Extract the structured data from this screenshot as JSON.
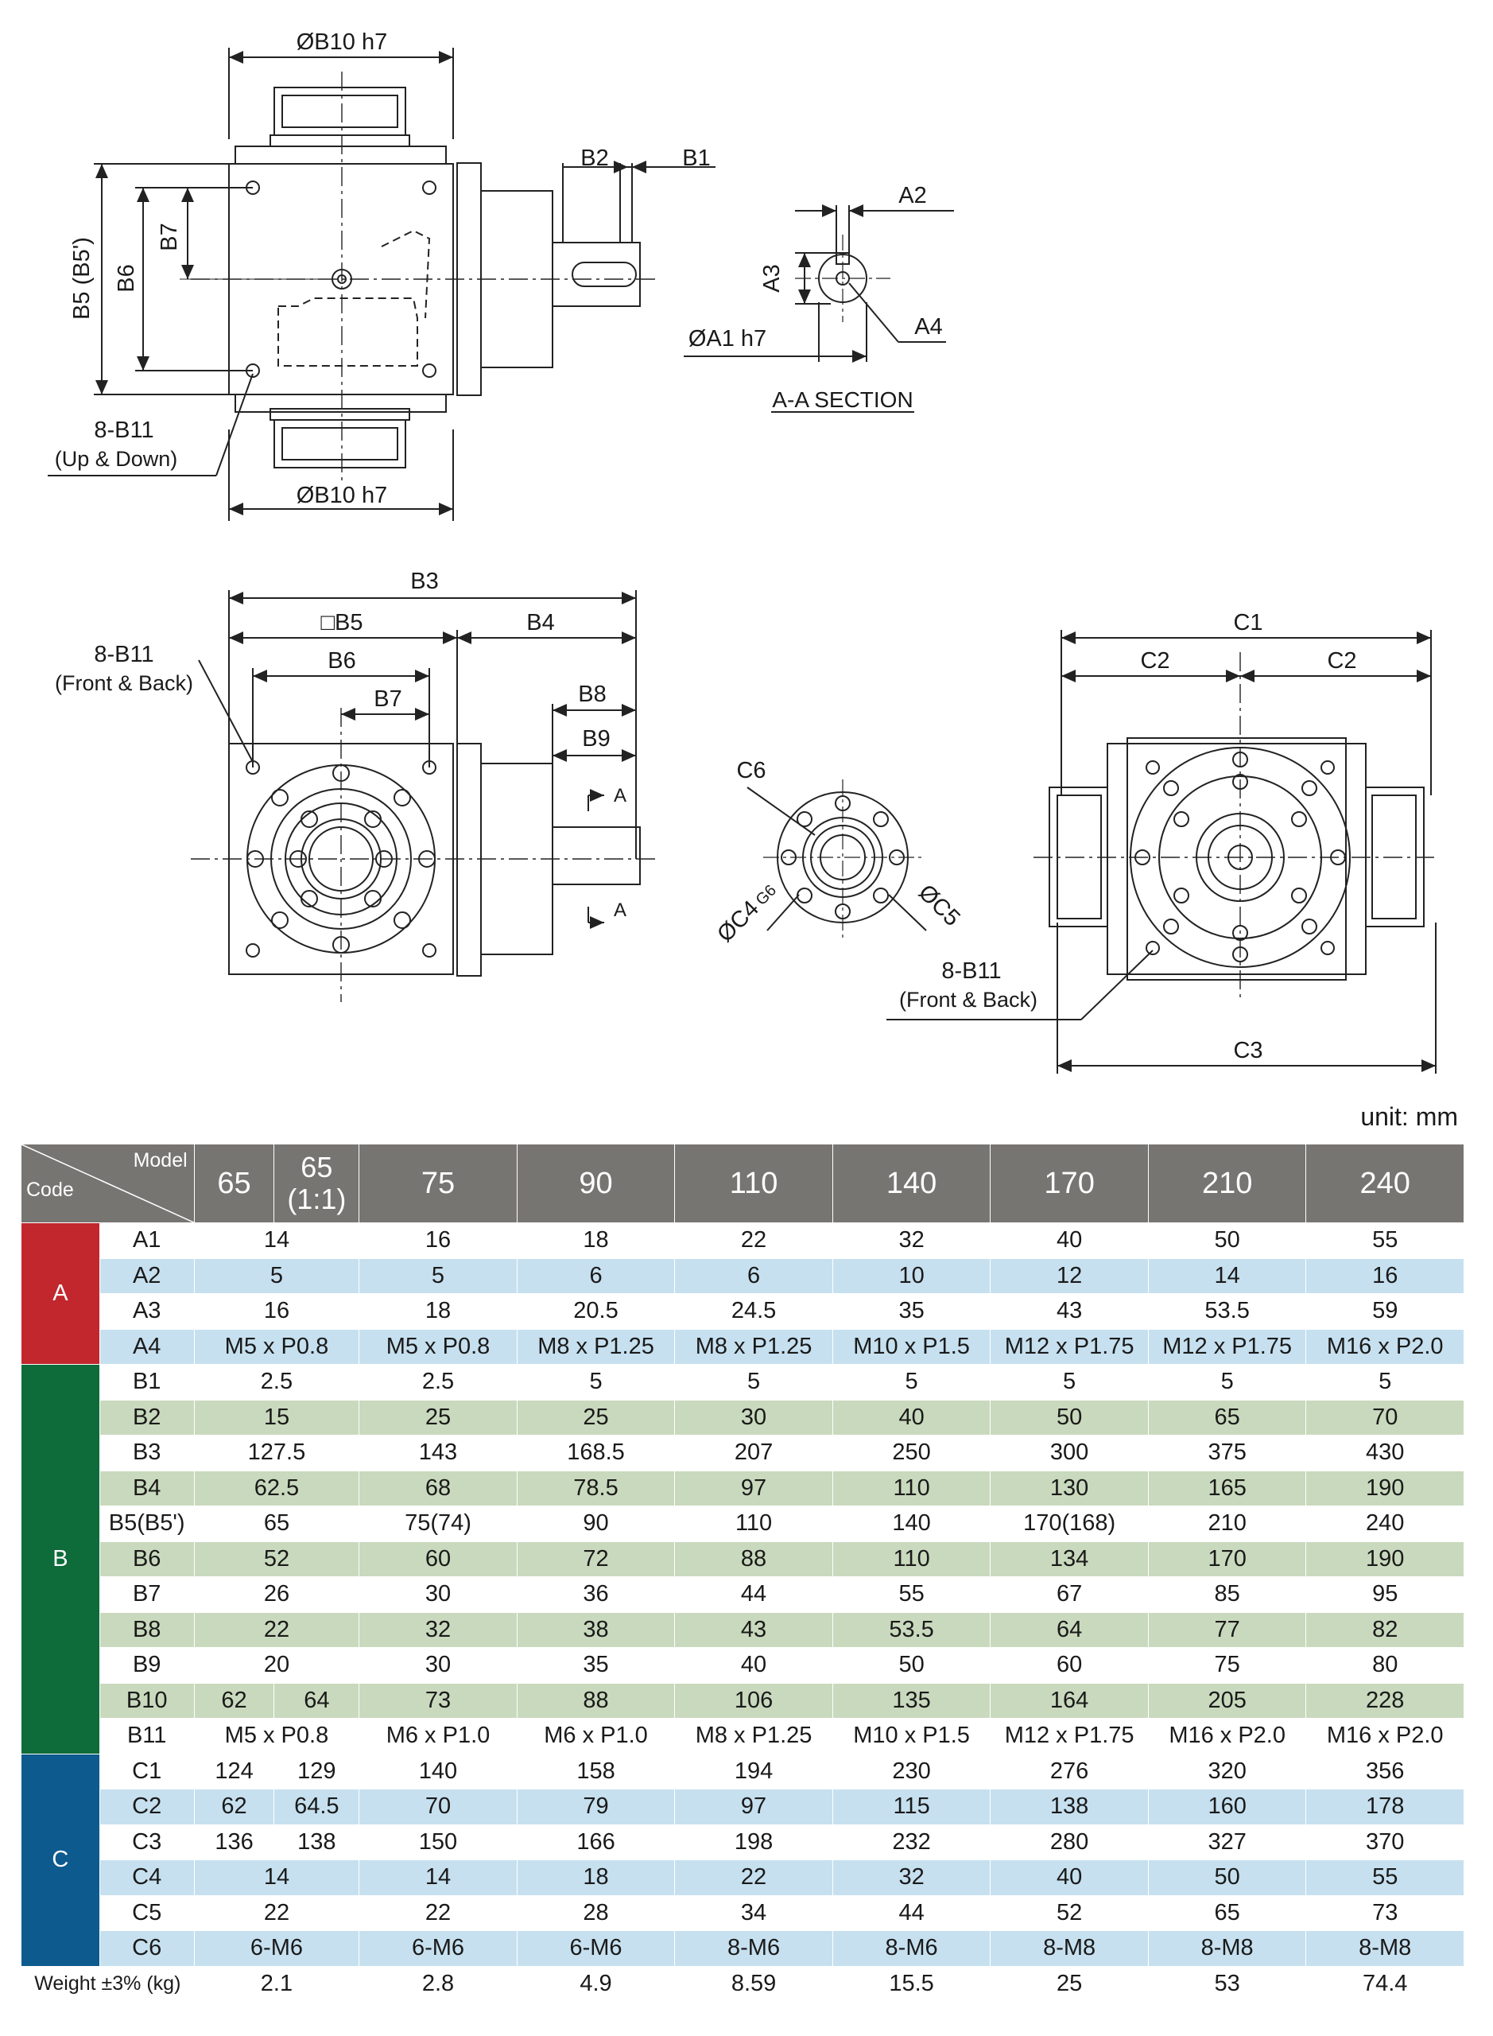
{
  "drawing_labels": {
    "b10_top": "ØB10 h7",
    "b10_bottom": "ØB10 h7",
    "b2": "B2",
    "b1": "B1",
    "b7_side": "B7",
    "b6_side": "B6",
    "b5_side": "B5 (B5')",
    "b11_updown_1": "8-B11",
    "b11_updown_2": "(Up & Down)",
    "a2": "A2",
    "a3": "A3",
    "a4": "A4",
    "a1": "ØA1 h7",
    "section": "A-A SECTION",
    "b3": "B3",
    "b5_sq": "□B5",
    "b4": "B4",
    "b6": "B6",
    "b7": "B7",
    "b8": "B8",
    "b9": "B9",
    "b11_fb_1": "8-B11",
    "b11_fb_2": "(Front & Back)",
    "sec_a_top": "A",
    "sec_a_bottom": "A",
    "c6": "C6",
    "c4": "ØC4",
    "g6": "G6",
    "c5": "ØC5",
    "b11_fb2_1": "8-B11",
    "b11_fb2_2": "(Front & Back)",
    "c1": "C1",
    "c2_left": "C2",
    "c2_right": "C2",
    "c3": "C3"
  },
  "unit": "unit: mm",
  "table": {
    "header_model": "Model",
    "header_code": "Code",
    "models": [
      "65",
      "65 (1:1)",
      "75",
      "90",
      "110",
      "140",
      "170",
      "210",
      "240"
    ],
    "groups": {
      "A": "A",
      "B": "B",
      "C": "C"
    },
    "rows": {
      "A1": [
        "14",
        "16",
        "18",
        "22",
        "32",
        "40",
        "50",
        "55"
      ],
      "A2": [
        "5",
        "5",
        "6",
        "6",
        "10",
        "12",
        "14",
        "16"
      ],
      "A3": [
        "16",
        "18",
        "20.5",
        "24.5",
        "35",
        "43",
        "53.5",
        "59"
      ],
      "A4": [
        "M5 x P0.8",
        "M5 x P0.8",
        "M8 x P1.25",
        "M8 x P1.25",
        "M10 x P1.5",
        "M12 x P1.75",
        "M12 x P1.75",
        "M16 x P2.0"
      ],
      "B1": [
        "2.5",
        "2.5",
        "5",
        "5",
        "5",
        "5",
        "5",
        "5"
      ],
      "B2": [
        "15",
        "25",
        "25",
        "30",
        "40",
        "50",
        "65",
        "70"
      ],
      "B3": [
        "127.5",
        "143",
        "168.5",
        "207",
        "250",
        "300",
        "375",
        "430"
      ],
      "B4": [
        "62.5",
        "68",
        "78.5",
        "97",
        "110",
        "130",
        "165",
        "190"
      ],
      "B5": [
        "65",
        "75(74)",
        "90",
        "110",
        "140",
        "170(168)",
        "210",
        "240"
      ],
      "B6": [
        "52",
        "60",
        "72",
        "88",
        "110",
        "134",
        "170",
        "190"
      ],
      "B7": [
        "26",
        "30",
        "36",
        "44",
        "55",
        "67",
        "85",
        "95"
      ],
      "B8": [
        "22",
        "32",
        "38",
        "43",
        "53.5",
        "64",
        "77",
        "82"
      ],
      "B9": [
        "20",
        "30",
        "35",
        "40",
        "50",
        "60",
        "75",
        "80"
      ],
      "B10": [
        "62",
        "64",
        "73",
        "88",
        "106",
        "135",
        "164",
        "205",
        "228"
      ],
      "B11": [
        "M5 x P0.8",
        "M6 x P1.0",
        "M6 x P1.0",
        "M8 x P1.25",
        "M10 x P1.5",
        "M12 x P1.75",
        "M16 x P2.0",
        "M16 x P2.0"
      ],
      "C1": [
        "124",
        "129",
        "140",
        "158",
        "194",
        "230",
        "276",
        "320",
        "356"
      ],
      "C2": [
        "62",
        "64.5",
        "70",
        "79",
        "97",
        "115",
        "138",
        "160",
        "178"
      ],
      "C3": [
        "136",
        "138",
        "150",
        "166",
        "198",
        "232",
        "280",
        "327",
        "370"
      ],
      "C4": [
        "14",
        "14",
        "18",
        "22",
        "32",
        "40",
        "50",
        "55"
      ],
      "C5": [
        "22",
        "22",
        "28",
        "34",
        "44",
        "52",
        "65",
        "73"
      ],
      "C6": [
        "6-M6",
        "6-M6",
        "6-M6",
        "8-M6",
        "8-M6",
        "8-M8",
        "8-M8",
        "8-M8"
      ],
      "Weight": [
        "2.1",
        "2.8",
        "4.9",
        "8.59",
        "15.5",
        "25",
        "53",
        "74.4"
      ]
    },
    "row_labels": {
      "A1": "A1",
      "A2": "A2",
      "A3": "A3",
      "A4": "A4",
      "B1": "B1",
      "B2": "B2",
      "B3": "B3",
      "B4": "B4",
      "B5": "B5(B5')",
      "B6": "B6",
      "B7": "B7",
      "B8": "B8",
      "B9": "B9",
      "B10": "B10",
      "B11": "B11",
      "C1": "C1",
      "C2": "C2",
      "C3": "C3",
      "C4": "C4",
      "C5": "C5",
      "C6": "C6",
      "Weight": "Weight ±3% (kg)"
    }
  }
}
